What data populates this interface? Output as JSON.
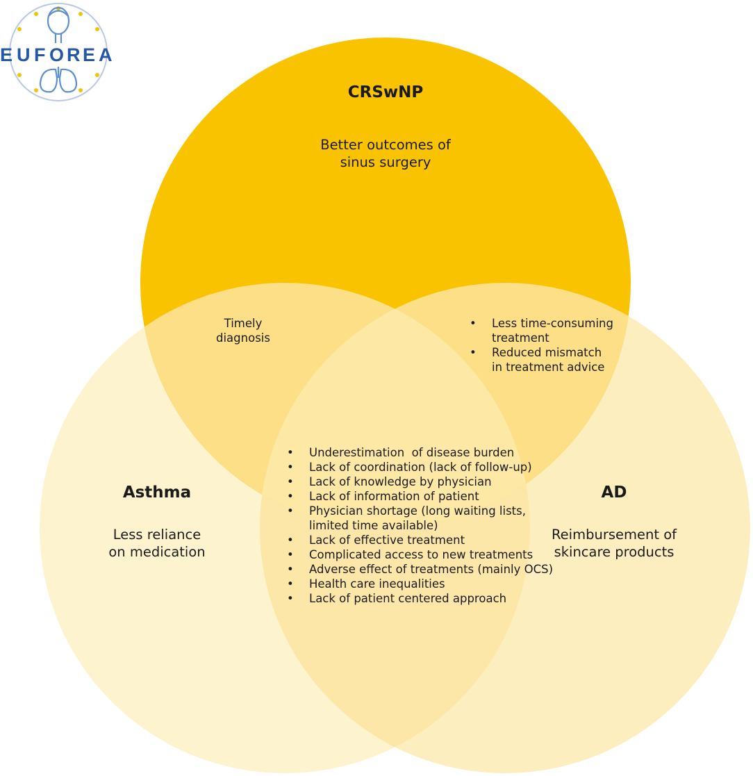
{
  "logo": {
    "text": "EUFOREA",
    "letters": [
      "E",
      "U",
      "F",
      "O",
      "R",
      "E",
      "A"
    ],
    "color": "#2458a6"
  },
  "colors": {
    "crswnp": "#f9c300",
    "asthma": "#fdf2cc",
    "ad": "#fdefbf"
  },
  "sets": {
    "crswnp": {
      "title": "CRSwNP",
      "desc": [
        "Better outcomes of",
        "sinus surgery"
      ]
    },
    "asthma": {
      "title": "Asthma",
      "desc": [
        "Less reliance",
        "on medication"
      ]
    },
    "ad": {
      "title": "AD",
      "desc": [
        "Reimbursement of",
        "skincare products"
      ]
    }
  },
  "overlaps": {
    "crswnp_asthma": [
      "Timely",
      "diagnosis"
    ],
    "crswnp_ad": [
      "Less time-consuming\ntreatment",
      "Reduced mismatch\nin treatment advice"
    ],
    "all": [
      "Underestimation  of disease burden",
      "Lack of coordination (lack of follow-up)",
      "Lack of knowledge by physician",
      "Lack of information of patient",
      "Physician shortage (long waiting lists,\nlimited time available)",
      "Lack of effective treatment",
      "Complicated access to new treatments",
      "Adverse effect of treatments (mainly OCS)",
      "Health care inequalities",
      "Lack of patient centered approach"
    ]
  }
}
